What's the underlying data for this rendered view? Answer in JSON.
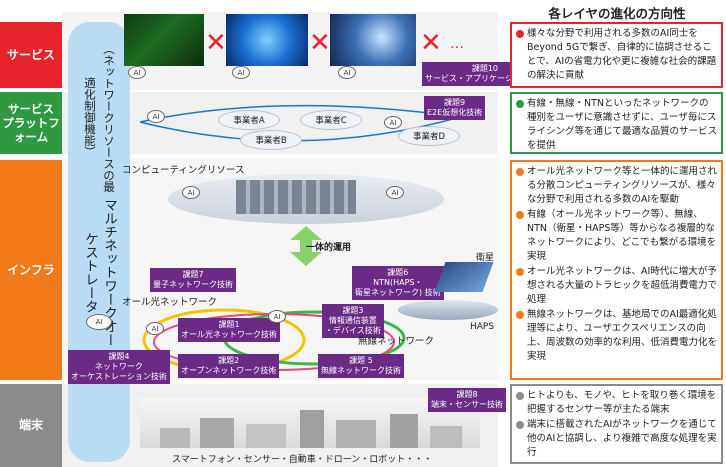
{
  "layers": [
    {
      "label": "サービス",
      "color": "#e8232b"
    },
    {
      "label": "サービス\nプラットフォーム",
      "color": "#2e9940"
    },
    {
      "label": "インフラ",
      "color": "#f27a1a"
    },
    {
      "label": "端末",
      "color": "#8b8b8b"
    }
  ],
  "orchestrator": {
    "sub": "（ネットワークリソースの最適化制御機能）",
    "main": "マルチネットワークオーケストレータ"
  },
  "service_band": {
    "ellipsis": "…",
    "ai_label": "AI",
    "task": {
      "line1": "課題10",
      "line2": "サービス・アプリケーション技術"
    }
  },
  "platform_band": {
    "businesses": [
      "事業者A",
      "事業者B",
      "事業者C",
      "事業者D"
    ],
    "task": {
      "line1": "課題9",
      "line2": "E2E仮想化技術"
    }
  },
  "infra_band": {
    "computing_label": "コンピューティングリソース",
    "unified_label": "一体的運用",
    "all_optical_label": "オール光ネットワーク",
    "wireless_label": "無線ネットワーク",
    "satellite_label": "衛星",
    "haps_label": "HAPS",
    "tasks": {
      "t7": {
        "line1": "課題7",
        "line2": "量子ネットワーク技術"
      },
      "t6": {
        "line1": "課題6",
        "line2": "NTN(HAPS・",
        "line3": "衛星ネットワーク) 技術"
      },
      "t3": {
        "line1": "課題3",
        "line2": "情報通信装置",
        "line3": "・デバイス技術"
      },
      "t1": {
        "line1": "課題1",
        "line2": "オール光ネットワーク技術"
      },
      "t2": {
        "line1": "課題2",
        "line2": "オープンネットワーク技術"
      },
      "t5": {
        "line1": "課題 5",
        "line2": "無線ネットワーク技術"
      },
      "t4": {
        "line1": "課題4",
        "line2": "ネットワーク",
        "line3": "オーケストレーション技術"
      }
    }
  },
  "terminal_band": {
    "caption": "スマートフォン・センサー・自動車・ドローン・ロボット・・・",
    "task": {
      "line1": "課題8",
      "line2": "端末・センサー技術"
    }
  },
  "right_panel": {
    "heading": "各レイヤの進化の方向性",
    "service": [
      "様々な分野で利用される多数のAI同士をBeyond 5Gで繋ぎ、自律的に協調させることで、AIの省電力化や更に複雑な社会的課題の解決に貢献"
    ],
    "platform": [
      "有線・無線・NTNといったネットワークの種別をユーザに意識させずに、ユーザ毎にスライシング等を通じて最適な品質のサービスを提供"
    ],
    "infra": [
      "オール光ネットワーク等と一体的に運用される分散コンピューティングリソースが、様々な分野で利用される多数のAIを駆動",
      "有線（オール光ネットワーク等）、無線、NTN（衛星・HAPS等）等からなる複層的なネットワークにより、どこでも繋がる環境を実現",
      "オール光ネットワークは、AI時代に増大が予想される大量のトラヒックを超低消費電力で処理",
      "無線ネットワークは、基地局でのAI最適化処理等により、ユーザエクスペリエンスの向上、周波数の効率的な利用、低消費電力化を実現"
    ],
    "terminal": [
      "ヒトよりも、モノや、ヒトを取り巻く環境を把握するセンサー等が主たる端末",
      "端末に搭載されたAIがネットワークを通じて他のAIと協調し、より複雑で高度な処理を実行"
    ]
  },
  "colors": {
    "service": "#e8232b",
    "platform": "#2e9940",
    "infra": "#f27a1a",
    "terminal": "#8b8b8b",
    "task": "#6a2a86",
    "orchestrator": "#b9dcf2"
  }
}
